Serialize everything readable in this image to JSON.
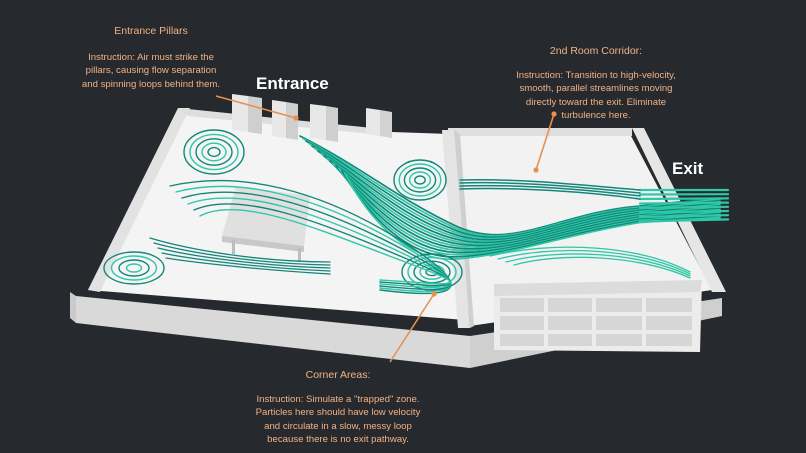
{
  "labels": {
    "entrance": "Entrance",
    "exit": "Exit"
  },
  "annotations": {
    "entrance_pillars": {
      "title": "Entrance Pillars",
      "lines": [
        "Instruction: Air must strike the",
        "pillars, causing flow separation",
        "and spinning loops behind them."
      ]
    },
    "room2_corridor": {
      "title": "2nd Room Corridor:",
      "lines": [
        "Instruction: Transition to high-velocity,",
        "smooth, parallel streamlines moving",
        "directly toward the exit. Eliminate",
        "turbulence here."
      ]
    },
    "corner_areas": {
      "title": "Corner Areas:",
      "lines": [
        "Instruction: Simulate a \"trapped\" zone.",
        "Particles here should have low velocity",
        "and circulate in a slow, messy loop",
        "because there is no exit pathway."
      ]
    }
  },
  "colors": {
    "background": "#262a2e",
    "annotation_text": "#f2b183",
    "leader_line": "#e8904f",
    "streamline_dark": "#13867a",
    "streamline_light": "#2fc7a6",
    "wall": "#e9e9e9",
    "floor": "#f5f5f5"
  },
  "icons": {
    "leader": "annotation-leader-line"
  }
}
